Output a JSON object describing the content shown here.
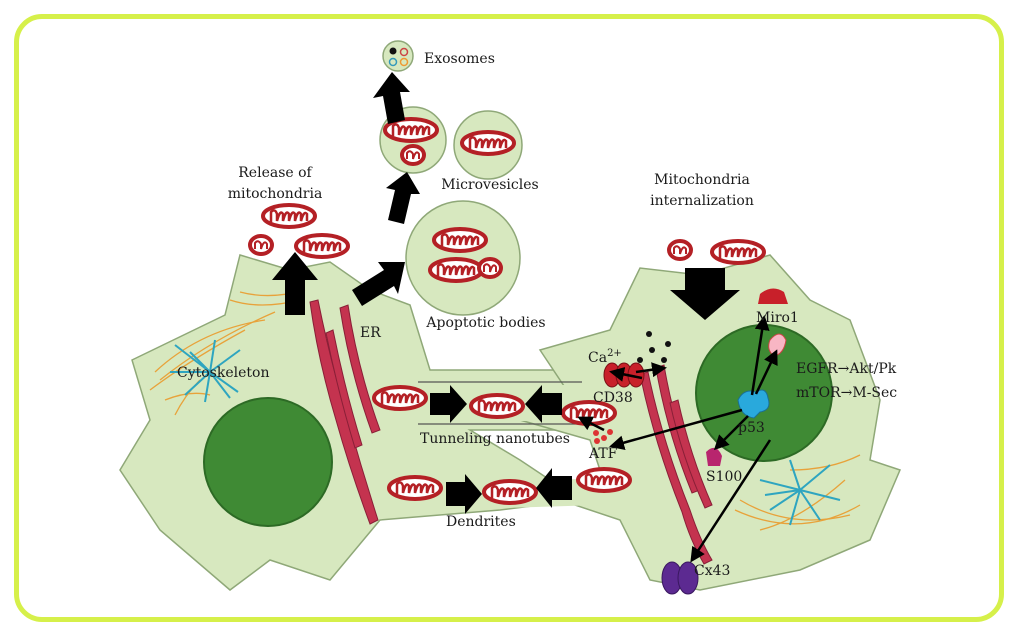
{
  "labels": {
    "exosomes": "Exosomes",
    "release_line1": "Release of",
    "release_line2": "mitochondria",
    "microvesicles": "Microvesicles",
    "apoptotic_bodies": "Apoptotic bodies",
    "internalization_line1": "Mitochondria",
    "internalization_line2": "internalization",
    "er": "ER",
    "cytoskeleton": "Cytoskeleton",
    "ca": "Ca",
    "ca_sup": "2+",
    "cd38": "CD38",
    "tunneling": "Tunneling nanotubes",
    "atf": "ATF",
    "dendrites": "Dendrites",
    "miro1": "Miro1",
    "egfr": "EGFR→Akt/Pk",
    "mtor": "mTOR→M-Sec",
    "p53": "p53",
    "s100": "S100",
    "cx43": "Cx43"
  },
  "colors": {
    "frame": "#d6f04a",
    "cell": "#d7e8bf",
    "nucleus": "#3f8a34",
    "mito": "#b42025",
    "er": "#c4334f",
    "arrow": "#000000"
  }
}
